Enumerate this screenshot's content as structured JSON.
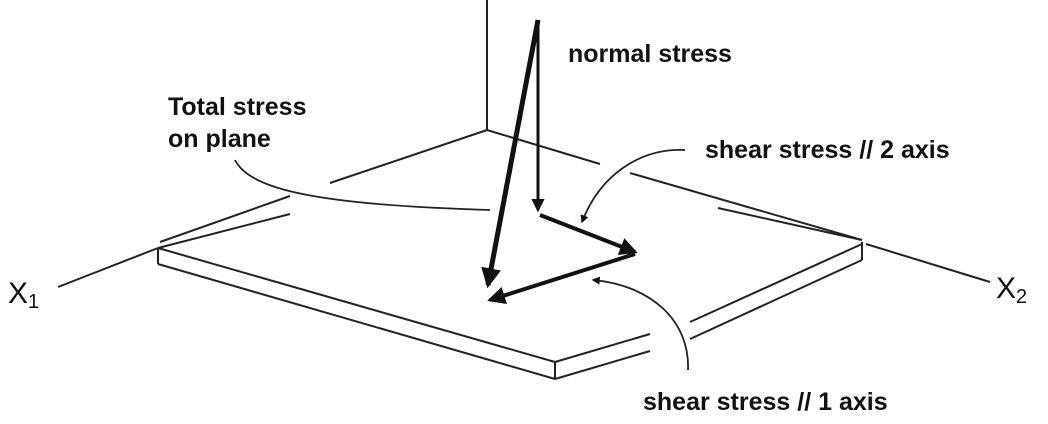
{
  "labels": {
    "normal_stress": "normal stress",
    "total_stress_line1": "Total stress",
    "total_stress_line2": "on plane",
    "shear_2": "shear stress // 2 axis",
    "shear_1": "shear stress // 1 axis"
  },
  "axes": {
    "x1": {
      "letter": "X",
      "subscript": "1"
    },
    "x2": {
      "letter": "X",
      "subscript": "2"
    }
  },
  "colors": {
    "ink": "#111111",
    "background": "#ffffff"
  }
}
